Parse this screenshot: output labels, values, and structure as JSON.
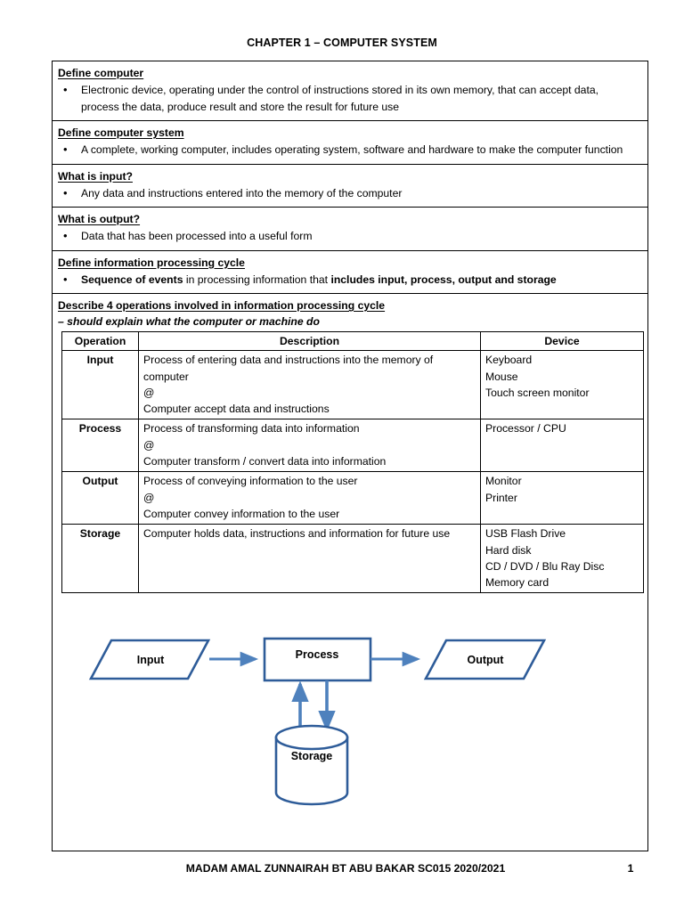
{
  "document": {
    "title": "CHAPTER 1 – COMPUTER SYSTEM"
  },
  "sections": [
    {
      "heading": "Define computer",
      "bullet": "Electronic device, operating under the control of instructions stored in its own memory, that can accept data, process the data, produce result and store the result for future use"
    },
    {
      "heading": "Define computer system",
      "bullet": "A complete, working computer, includes operating system, software and hardware to make the computer function"
    },
    {
      "heading": "What is input?",
      "bullet": "Any data and instructions entered into the memory of the computer"
    },
    {
      "heading": "What is output?",
      "bullet": "Data that has been processed into a useful form"
    },
    {
      "heading": "Define information processing cycle",
      "bullet_parts": {
        "bold1": "Sequence of events",
        "plain": " in processing information that ",
        "bold2": "includes input, process, output and storage"
      }
    }
  ],
  "operations_section": {
    "heading": "Describe 4 operations involved in information processing cycle",
    "subheading": "– should explain what the computer or machine do",
    "table": {
      "columns": [
        "Operation",
        "Description",
        "Device"
      ],
      "rows": [
        {
          "operation": "Input",
          "description": "Process of entering data and instructions into the memory of computer\n@\nComputer accept data and instructions",
          "device": "Keyboard\nMouse\nTouch screen monitor"
        },
        {
          "operation": "Process",
          "description": "Process of transforming data into information\n@\nComputer transform / convert data into information",
          "device": "Processor / CPU"
        },
        {
          "operation": "Output",
          "description": "Process of conveying information to the user\n@\nComputer convey information to the user",
          "device": "Monitor\nPrinter"
        },
        {
          "operation": "Storage",
          "description": "Computer holds data, instructions and information for future use",
          "device": "USB Flash Drive\nHard disk\nCD / DVD / Blu Ray Disc\nMemory card"
        }
      ]
    }
  },
  "flow_diagram": {
    "nodes": {
      "input": "Input",
      "process": "Process",
      "output": "Output",
      "storage": "Storage"
    },
    "colors": {
      "shape_outline": "#2E5C99",
      "arrow": "#4E81BD"
    }
  },
  "footer": {
    "text": "MADAM AMAL ZUNNAIRAH BT ABU BAKAR SC015 2020/2021",
    "page_number": "1"
  }
}
